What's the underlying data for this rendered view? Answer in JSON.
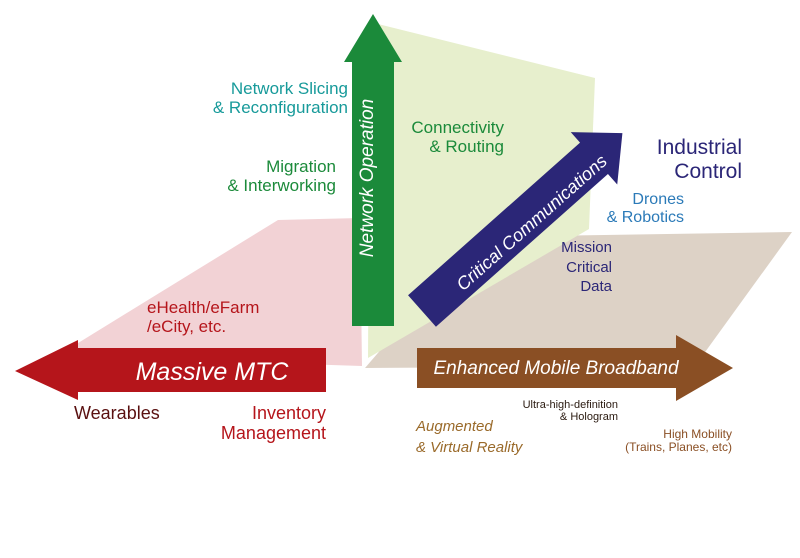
{
  "arrows": {
    "massive_mtc": "Massive MTC",
    "embb": "Enhanced Mobile Broadband",
    "network_operation": "Network Operation",
    "critical_communications": "Critical Communications"
  },
  "labels": {
    "network_slicing": [
      "Network Slicing",
      "& Reconfiguration"
    ],
    "migration": [
      "Migration",
      "& Interworking"
    ],
    "connectivity": [
      "Connectivity",
      "& Routing"
    ],
    "industrial_control": [
      "Industrial",
      "Control"
    ],
    "drones": [
      "Drones",
      "& Robotics"
    ],
    "mission_critical": [
      "Mission",
      "Critical",
      "Data"
    ],
    "ehealth": [
      "eHealth/eFarm",
      "/eCity, etc."
    ],
    "wearables": "Wearables",
    "inventory": [
      "Inventory",
      "Management"
    ],
    "augmented": [
      "Augmented",
      "& Virtual Reality"
    ],
    "uhd": [
      "Ultra-high-definition",
      "& Hologram"
    ],
    "high_mobility": [
      "High Mobility",
      "(Trains, Planes, etc)"
    ]
  },
  "colors": {
    "mtc_red": "#b5151b",
    "mtc_plane": "#f2d2d5",
    "embb_brown": "#8a4f24",
    "embb_plane": "#ddd2c6",
    "netop_green": "#1b8a3a",
    "netop_plane": "#e7efcd",
    "critical_navy": "#2b2677",
    "teal_text": "#179a9a",
    "green_text": "#1b8a3a",
    "blue_text": "#2b7ab8",
    "maroon_text": "#5a1010",
    "gold_text": "#9a6a2a"
  }
}
